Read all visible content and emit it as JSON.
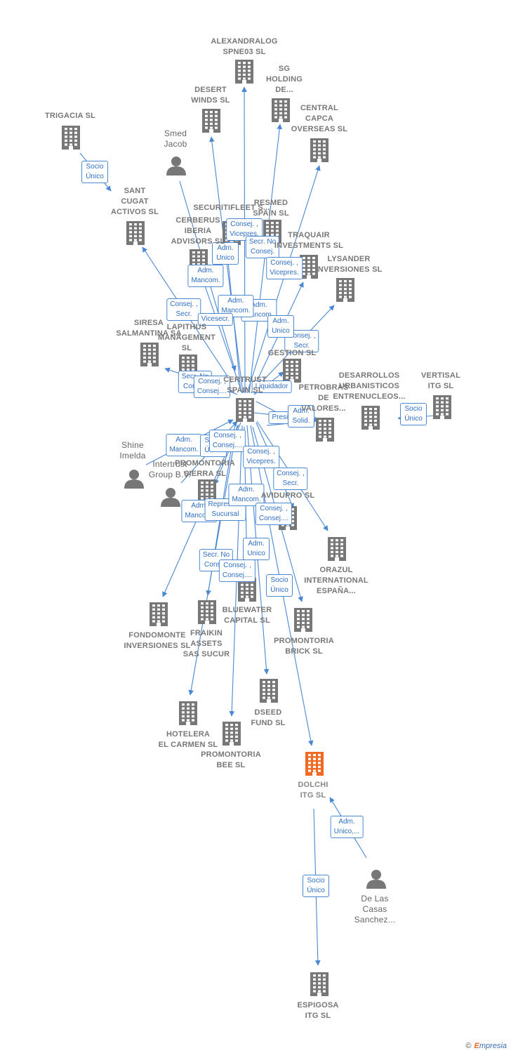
{
  "colors": {
    "edge": "#4a88d4",
    "building": "#777777",
    "focus": "#f06a23",
    "person": "#777777"
  },
  "nodes": [
    {
      "id": "alexandralog",
      "label": "ALEXANDRALOG\nSPNE03  SL",
      "type": "company"
    },
    {
      "id": "sg",
      "label": "SG\nHOLDING\nDE...",
      "type": "company"
    },
    {
      "id": "desert",
      "label": "DESERT\nWINDS SL",
      "type": "company"
    },
    {
      "id": "central",
      "label": "CENTRAL\nCAPCA\nOVERSEAS SL",
      "type": "company"
    },
    {
      "id": "trigacia",
      "label": "TRIGACIA  SL",
      "type": "company"
    },
    {
      "id": "smed",
      "label": "Smed\nJacob",
      "type": "person"
    },
    {
      "id": "santcugat",
      "label": "SANT\nCUGAT\nACTIVOS  SL",
      "type": "company"
    },
    {
      "id": "securitifleet",
      "label": "SECURITIFLEET S...",
      "type": "company"
    },
    {
      "id": "resmed",
      "label": "RESMED\nSPAIN SL",
      "type": "company"
    },
    {
      "id": "cerberus",
      "label": "CERBERUS\nIBERIA\nADVISORS  SL",
      "type": "company"
    },
    {
      "id": "traquair",
      "label": "TRAQUAIR\nINVESTMENTS SL",
      "type": "company"
    },
    {
      "id": "lysander",
      "label": "LYSANDER\nINVERSIONES SL",
      "type": "company"
    },
    {
      "id": "siresa",
      "label": "SIRESA\nSALMANTINA SA",
      "type": "company"
    },
    {
      "id": "lapithus",
      "label": "LAPITHUS\nMANAGEMENT\nSL",
      "type": "company"
    },
    {
      "id": "gestion",
      "label": "GESTION SL",
      "type": "company"
    },
    {
      "id": "desarrollos",
      "label": "DESARROLLOS\nURBANISTICOS\nENTRENUCLEOS...",
      "type": "company"
    },
    {
      "id": "vertisal",
      "label": "VERTISAL\nITG  SL",
      "type": "company"
    },
    {
      "id": "petrobras",
      "label": "PETROBRAS\nDE\nVALORES...",
      "type": "company"
    },
    {
      "id": "hub",
      "label": "CERTRUST\nSPAIN SL",
      "type": "company"
    },
    {
      "id": "shine",
      "label": "Shine\nImelda",
      "type": "person"
    },
    {
      "id": "intertrust",
      "label": "Intertrust\nGroup B.V.",
      "type": "person"
    },
    {
      "id": "promontoriasierra",
      "label": "PROMONTORIA\nSIERRA  SL",
      "type": "company"
    },
    {
      "id": "avidupro",
      "label": "AVIDUPRO SL",
      "type": "company"
    },
    {
      "id": "orazul",
      "label": "ORAZUL\nINTERNATIONAL\nESPAÑA...",
      "type": "company"
    },
    {
      "id": "bluewater",
      "label": "BLUEWATER\nCAPITAL SL",
      "type": "company"
    },
    {
      "id": "fondomonte",
      "label": "FONDOMONTE\nINVERSIONES SL",
      "type": "company"
    },
    {
      "id": "fraikin",
      "label": "FRAIKIN\nASSETS\nSAS SUCUR",
      "type": "company"
    },
    {
      "id": "promontoriabrick",
      "label": "PROMONTORIA\nBRICK  SL",
      "type": "company"
    },
    {
      "id": "dseed",
      "label": "DSEED\nFUND  SL",
      "type": "company"
    },
    {
      "id": "hotelera",
      "label": "HOTELERA\nEL CARMEN SL",
      "type": "company"
    },
    {
      "id": "promontoriabee",
      "label": "PROMONTORIA\nBEE  SL",
      "type": "company"
    },
    {
      "id": "dolchi",
      "label": "DOLCHI\nITG  SL",
      "type": "focus"
    },
    {
      "id": "delascasas",
      "label": "De Las\nCasas\nSanchez...",
      "type": "person"
    },
    {
      "id": "espigosa",
      "label": "ESPIGOSA\nITG  SL",
      "type": "company"
    }
  ],
  "edges": [
    {
      "from": "hub",
      "to": "alexandralog",
      "label": ""
    },
    {
      "from": "hub",
      "to": "sg",
      "label": ""
    },
    {
      "from": "hub",
      "to": "desert",
      "label": "Consej. ,\nVicepres."
    },
    {
      "from": "hub",
      "to": "central",
      "label": "Secr.  No\nConsej."
    },
    {
      "from": "trigacia",
      "to": "santcugat",
      "label": "Socio\nÚnico"
    },
    {
      "from": "smed",
      "to": "hub",
      "label": "Adm.\nUnico"
    },
    {
      "from": "hub",
      "to": "santcugat",
      "label": "Consej. ,\nSecr."
    },
    {
      "from": "hub",
      "to": "resmed",
      "label": "Consej. ,\nVicepres."
    },
    {
      "from": "hub",
      "to": "cerberus",
      "label": "Adm.\nMancom."
    },
    {
      "from": "hub",
      "to": "traquair",
      "label": "Adm.\nMancom."
    },
    {
      "from": "hub",
      "to": "lysander",
      "label": "Consej. ,\nSecr."
    },
    {
      "from": "hub",
      "to": "securitifleet",
      "label": "Adm.\nMancom."
    },
    {
      "from": "hub",
      "to": "siresa",
      "label": "Vicesecr."
    },
    {
      "from": "hub",
      "to": "gestion",
      "label": "Adm.\nUnico"
    },
    {
      "from": "hub",
      "to": "lapithus",
      "label": "Secr.  No\nConsej."
    },
    {
      "from": "hub",
      "to": "lapithus",
      "label": "Consej. ,\nConsej...."
    },
    {
      "from": "hub",
      "to": "petrobras",
      "label": "Liquidador"
    },
    {
      "from": "hub",
      "to": "petrobras",
      "label": "Presid."
    },
    {
      "from": "hub",
      "to": "petrobras",
      "label": "Adm.\nSolid."
    },
    {
      "from": "vertisal",
      "to": "desarrollos",
      "label": "Socio\nÚnico"
    },
    {
      "from": "shine",
      "to": "hub",
      "label": "Adm.\nMancom."
    },
    {
      "from": "intertrust",
      "to": "hub",
      "label": "Socio\nÚnico"
    },
    {
      "from": "hub",
      "to": "promontoriasierra",
      "label": "Consej. ,\nConsej...."
    },
    {
      "from": "hub",
      "to": "avidupro",
      "label": "Consej. ,\nVicepres."
    },
    {
      "from": "hub",
      "to": "orazul",
      "label": "Consej. ,\nSecr."
    },
    {
      "from": "hub",
      "to": "fondomonte",
      "label": "Adm.\nMancom."
    },
    {
      "from": "hub",
      "to": "fraikin",
      "label": "Represent.\nSucursal"
    },
    {
      "from": "hub",
      "to": "bluewater",
      "label": "Adm.\nMancom."
    },
    {
      "from": "hub",
      "to": "promontoriabrick",
      "label": "Consej. ,\nConsej...."
    },
    {
      "from": "hub",
      "to": "dseed",
      "label": "Adm.\nUnico"
    },
    {
      "from": "hub",
      "to": "hotelera",
      "label": "Secr.  No\nConsej."
    },
    {
      "from": "hub",
      "to": "promontoriabee",
      "label": "Consej. ,\nConsej...."
    },
    {
      "from": "hub",
      "to": "dolchi",
      "label": "Socio\nÚnico"
    },
    {
      "from": "delascasas",
      "to": "dolchi",
      "label": "Adm.\nUnico,..."
    },
    {
      "from": "dolchi",
      "to": "espigosa",
      "label": "Socio\nÚnico"
    }
  ],
  "footer": {
    "copyright": "©",
    "brand_first": "E",
    "brand_rest": "mpresia"
  }
}
